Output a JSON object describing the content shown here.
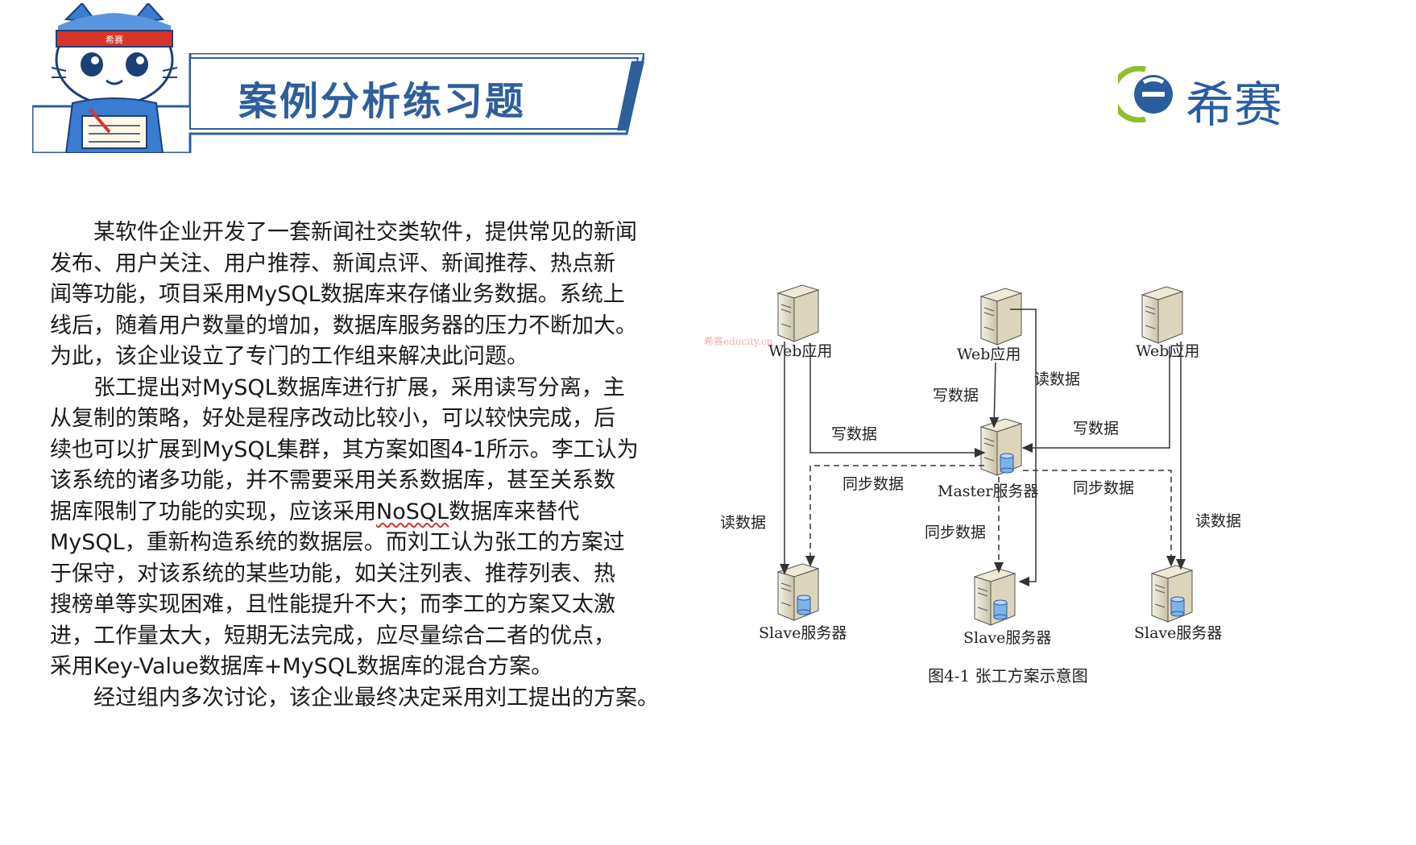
{
  "header": {
    "title": "案例分析练习题",
    "mascot_band_text": "希赛",
    "brand_name": "希赛",
    "brand_color": "#2a5d9f",
    "banner_color": "#2f5e9b"
  },
  "body": {
    "paragraph1": [
      "某软件企业开发了一套新闻社交类软件，提供常见的新闻",
      "发布、用户关注、用户推荐、新闻点评、新闻推荐、热点新",
      "闻等功能，项目采用MySQL数据库来存储业务数据。系统上",
      "线后，随着用户数量的增加，数据库服务器的压力不断加大。",
      "为此，该企业设立了专门的工作组来解决此问题。"
    ],
    "paragraph2_lines_a": [
      "张工提出对MySQL数据库进行扩展，采用读写分离，主",
      "从复制的策略，好处是程序改动比较小，可以较快完成，后",
      "续也可以扩展到MySQL集群，其方案如图4-1所示。李工认为",
      "该系统的诸多功能，并不需要采用关系数据库，甚至关系数"
    ],
    "paragraph2_line_nosql": {
      "before": "据库限制了功能的实现，应该采用",
      "underlined": "NoSQL",
      "after": "数据库来替代"
    },
    "paragraph2_lines_b": [
      "MySQL，重新构造系统的数据层。而刘工认为张工的方案过",
      "于保守，对该系统的某些功能，如关注列表、推荐列表、热",
      "搜榜单等实现困难，且性能提升不大；而李工的方案又太激",
      "进，工作量太大，短期无法完成，应尽量综合二者的优点，",
      "采用Key-Value数据库+MySQL数据库的混合方案。"
    ],
    "paragraph3": "经过组内多次讨论，该企业最终决定采用刘工提出的方案。"
  },
  "diagram": {
    "web_app_label": "Web应用",
    "master_label": "Master服务器",
    "slave_label": "Slave服务器",
    "write_data": "写数据",
    "read_data": "读数据",
    "sync_data": "同步数据",
    "caption": "图4-1  张工方案示意图",
    "watermark": "希赛educity.cn"
  }
}
